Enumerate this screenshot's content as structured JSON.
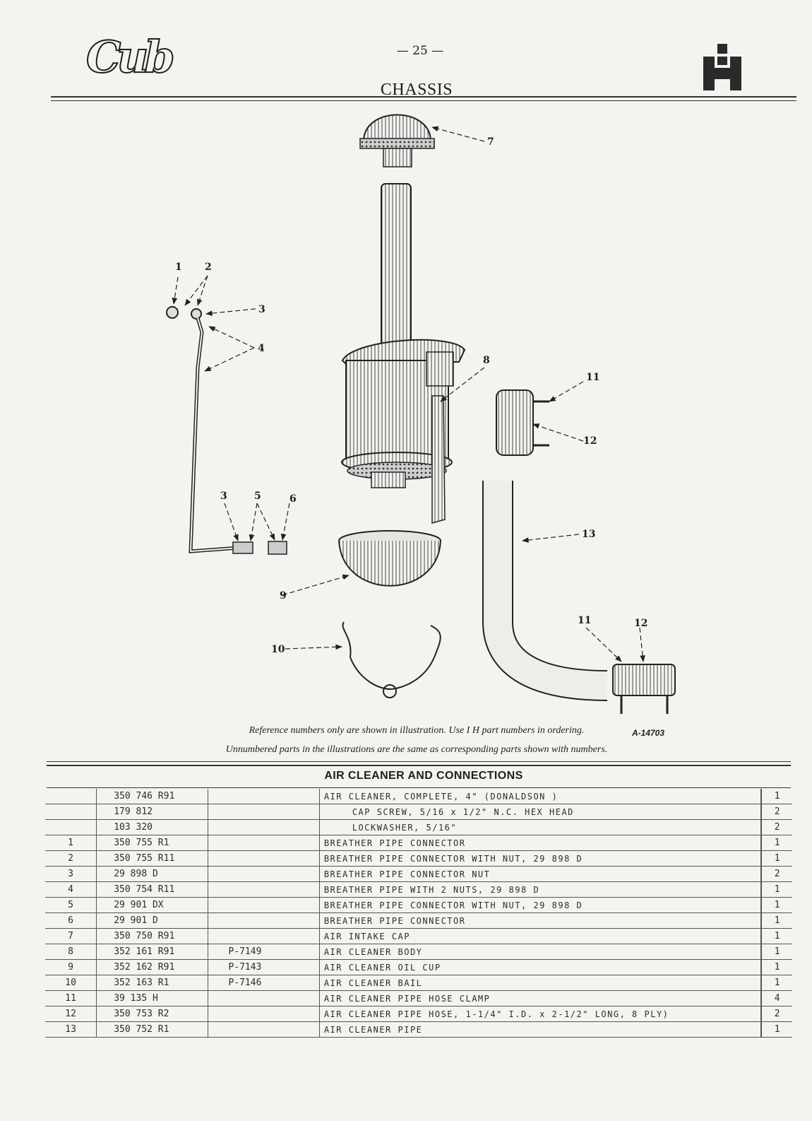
{
  "header": {
    "logo_text": "Cub",
    "page_number": "— 25 —",
    "section": "CHASSIS"
  },
  "diagram": {
    "labels": {
      "l1": "1",
      "l2": "2",
      "l3": "3",
      "l4": "4",
      "l3b": "3",
      "l5": "5",
      "l6": "6",
      "l7": "7",
      "l8": "8",
      "l9": "9",
      "l10": "10",
      "l11": "11",
      "l12": "12",
      "l13": "13",
      "l11b": "11",
      "l12b": "12"
    }
  },
  "captions": {
    "line1": "Reference numbers only are shown in illustration.   Use I H part numbers in ordering.",
    "illustration_number": "A-14703",
    "line2": "Unnumbered parts in the illustrations are the same as corresponding parts shown with numbers."
  },
  "parts_table": {
    "title": "AIR CLEANER AND CONNECTIONS",
    "rows": [
      {
        "ref": "",
        "part": "350 746 R91",
        "alt": "",
        "desc": "AIR CLEANER, COMPLETE, 4\" (DONALDSON )",
        "qty": "1",
        "indent": false
      },
      {
        "ref": "",
        "part": "179 812",
        "alt": "",
        "desc": "CAP SCREW, 5/16 x 1/2\" N.C. HEX HEAD",
        "qty": "2",
        "indent": true
      },
      {
        "ref": "",
        "part": "103 320",
        "alt": "",
        "desc": "LOCKWASHER, 5/16\"",
        "qty": "2",
        "indent": true
      },
      {
        "ref": "1",
        "part": "350 755 R1",
        "alt": "",
        "desc": "BREATHER PIPE CONNECTOR",
        "qty": "1",
        "indent": false
      },
      {
        "ref": "2",
        "part": "350 755 R11",
        "alt": "",
        "desc": "BREATHER PIPE CONNECTOR WITH NUT, 29 898 D",
        "qty": "1",
        "indent": false
      },
      {
        "ref": "3",
        "part": "29 898 D",
        "alt": "",
        "desc": "BREATHER PIPE CONNECTOR NUT",
        "qty": "2",
        "indent": false
      },
      {
        "ref": "4",
        "part": "350 754 R11",
        "alt": "",
        "desc": "BREATHER PIPE WITH 2 NUTS, 29 898 D",
        "qty": "1",
        "indent": false
      },
      {
        "ref": "5",
        "part": "29 901 DX",
        "alt": "",
        "desc": "BREATHER PIPE CONNECTOR WITH NUT, 29 898 D",
        "qty": "1",
        "indent": false
      },
      {
        "ref": "6",
        "part": "29 901 D",
        "alt": "",
        "desc": "BREATHER PIPE CONNECTOR",
        "qty": "1",
        "indent": false
      },
      {
        "ref": "7",
        "part": "350 750 R91",
        "alt": "",
        "desc": "AIR INTAKE CAP",
        "qty": "1",
        "indent": false
      },
      {
        "ref": "8",
        "part": "352 161 R91",
        "alt": "P-7149",
        "desc": "AIR CLEANER BODY",
        "qty": "1",
        "indent": false
      },
      {
        "ref": "9",
        "part": "352 162 R91",
        "alt": "P-7143",
        "desc": "AIR CLEANER OIL CUP",
        "qty": "1",
        "indent": false
      },
      {
        "ref": "10",
        "part": "352 163 R1",
        "alt": "P-7146",
        "desc": "AIR CLEANER BAIL",
        "qty": "1",
        "indent": false
      },
      {
        "ref": "11",
        "part": "39 135 H",
        "alt": "",
        "desc": "AIR CLEANER PIPE HOSE CLAMP",
        "qty": "4",
        "indent": false
      },
      {
        "ref": "12",
        "part": "350 753 R2",
        "alt": "",
        "desc": "AIR CLEANER PIPE HOSE, 1-1/4\" I.D. x 2-1/2\" LONG, 8 PLY)",
        "qty": "2",
        "indent": false
      },
      {
        "ref": "13",
        "part": "350 752 R1",
        "alt": "",
        "desc": "AIR CLEANER PIPE",
        "qty": "1",
        "indent": false
      }
    ]
  }
}
